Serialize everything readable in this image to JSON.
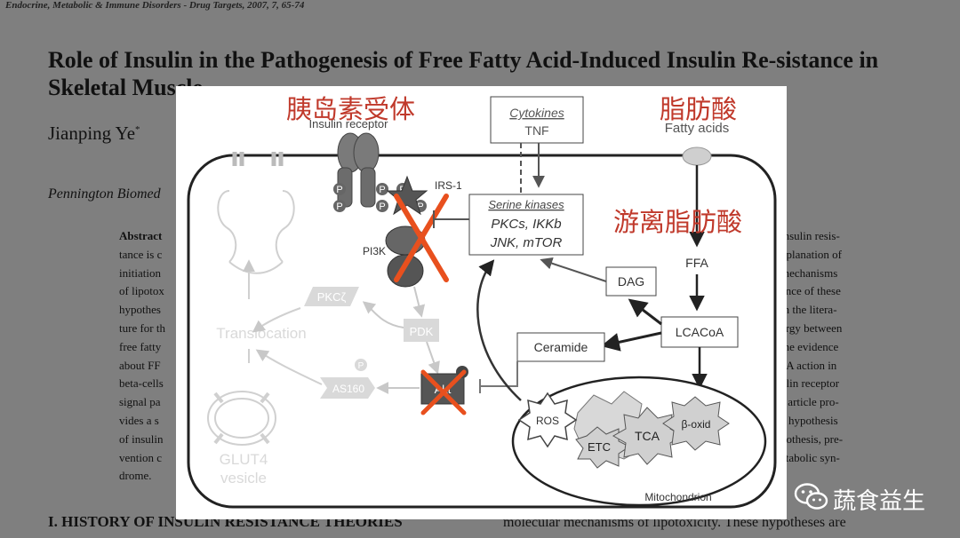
{
  "journal_header": "Endocrine, Metabolic & Immune Disorders - Drug Targets, 2007, 7, 65-74",
  "paper": {
    "title": "Role of Insulin in the Pathogenesis of Free Fatty Acid-Induced Insulin Re-sistance in Skeletal Muscle",
    "author": "Jianping Ye",
    "author_mark": "*",
    "affiliation": "Pennington Biomed",
    "abstract_left": [
      "Abstract",
      "tance is c",
      "initiation",
      "of lipotox",
      "hypothes",
      "ture for th",
      "free fatty",
      "about FF",
      "beta-cells",
      "signal pa",
      "vides a s",
      "of insulin",
      "vention c",
      "drome."
    ],
    "abstract_right": [
      "insulin resis-",
      "xplanation of",
      "mechanisms",
      "ance of these",
      "in the litera-",
      "ergy between",
      "the evidence",
      "FA action in",
      "ulin receptor",
      "s article pro-",
      "e hypothesis",
      "pothesis, pre-",
      "etabolic syn-"
    ],
    "section_heading": "I. HISTORY OF INSULIN RESISTANCE THEORIES",
    "bottom_text": "molecular mechanisms of lipotoxicity. These hypotheses are"
  },
  "diagram": {
    "insulin_receptor": "Insulin receptor",
    "irs1": "IRS-1",
    "pi3k": "PI3K",
    "p": "P",
    "cytokines": "Cytokines",
    "tnf": "TNF",
    "serine_kinases": "Serine kinases",
    "kinases_line1": "PKCs, IKKb",
    "kinases_line2": "JNK, mTOR",
    "fatty_acids": "Fatty acids",
    "ffa": "FFA",
    "dag": "DAG",
    "lcacoa": "LCACoA",
    "ceramide": "Ceramide",
    "pkc": "PKCζ",
    "pdk": "PDK",
    "translocation": "Translocation",
    "as160": "AS160",
    "akt": "Akt",
    "glut4": "GLUT4",
    "vesicle": "vesicle",
    "ros": "ROS",
    "etc": "ETC",
    "tca": "TCA",
    "boxid": "β-oxid",
    "mitochondrion": "Mitochondrion"
  },
  "annotations": {
    "insulin_receptor_cn": "胰岛素受体",
    "fatty_acids_cn": "脂肪酸",
    "ffa_cn": "游离脂肪酸",
    "cross_color": "#e8501e",
    "text_color": "#c0392b"
  },
  "watermark": {
    "text": "蔬食益生",
    "icon": "wechat-icon"
  }
}
